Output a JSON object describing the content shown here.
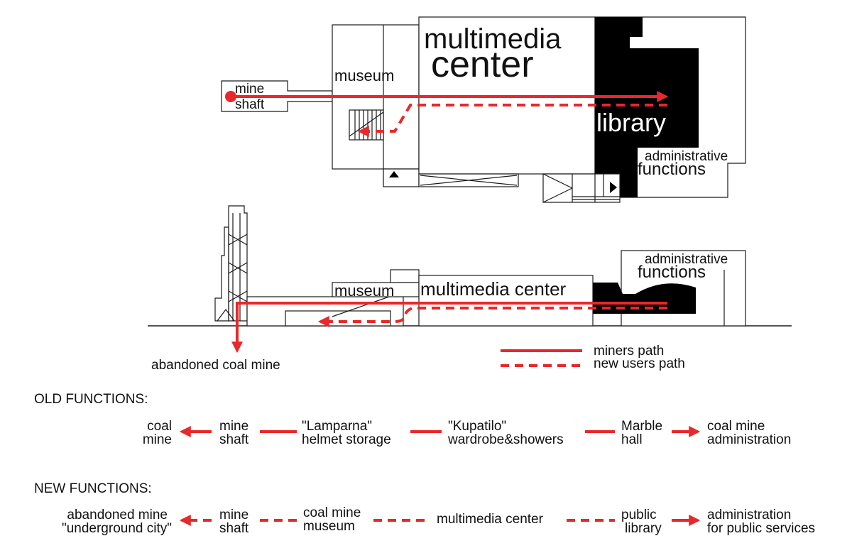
{
  "colors": {
    "path": "#e8282b",
    "ink": "#111111",
    "solid": "#000000"
  },
  "plan": {
    "mine_shaft": [
      "mine",
      "shaft"
    ],
    "museum": "museum",
    "multimedia": [
      "multimedia",
      "center"
    ],
    "library": "library",
    "administrative": [
      "administrative",
      "functions"
    ]
  },
  "section": {
    "museum": "museum",
    "multimedia": "multimedia center",
    "administrative": [
      "administrative",
      "functions"
    ],
    "abandoned": "abandoned coal mine"
  },
  "legend": {
    "miners": "miners path",
    "new_users": "new users path"
  },
  "old_functions": {
    "heading": "OLD FUNCTIONS:",
    "items": [
      [
        "coal",
        "mine"
      ],
      [
        "mine",
        "shaft"
      ],
      [
        "\"Lamparna\"",
        "helmet storage"
      ],
      [
        "\"Kupatilo\"",
        "wardrobe&showers"
      ],
      [
        "Marble",
        "hall"
      ],
      [
        "coal mine",
        "administration"
      ]
    ]
  },
  "new_functions": {
    "heading": "NEW FUNCTIONS:",
    "items": [
      [
        "abandoned mine",
        "\"underground city\""
      ],
      [
        "mine",
        "shaft"
      ],
      [
        "coal mine",
        "museum"
      ],
      [
        "multimedia center"
      ],
      [
        "public",
        "library"
      ],
      [
        "administration",
        "for public services"
      ]
    ]
  }
}
